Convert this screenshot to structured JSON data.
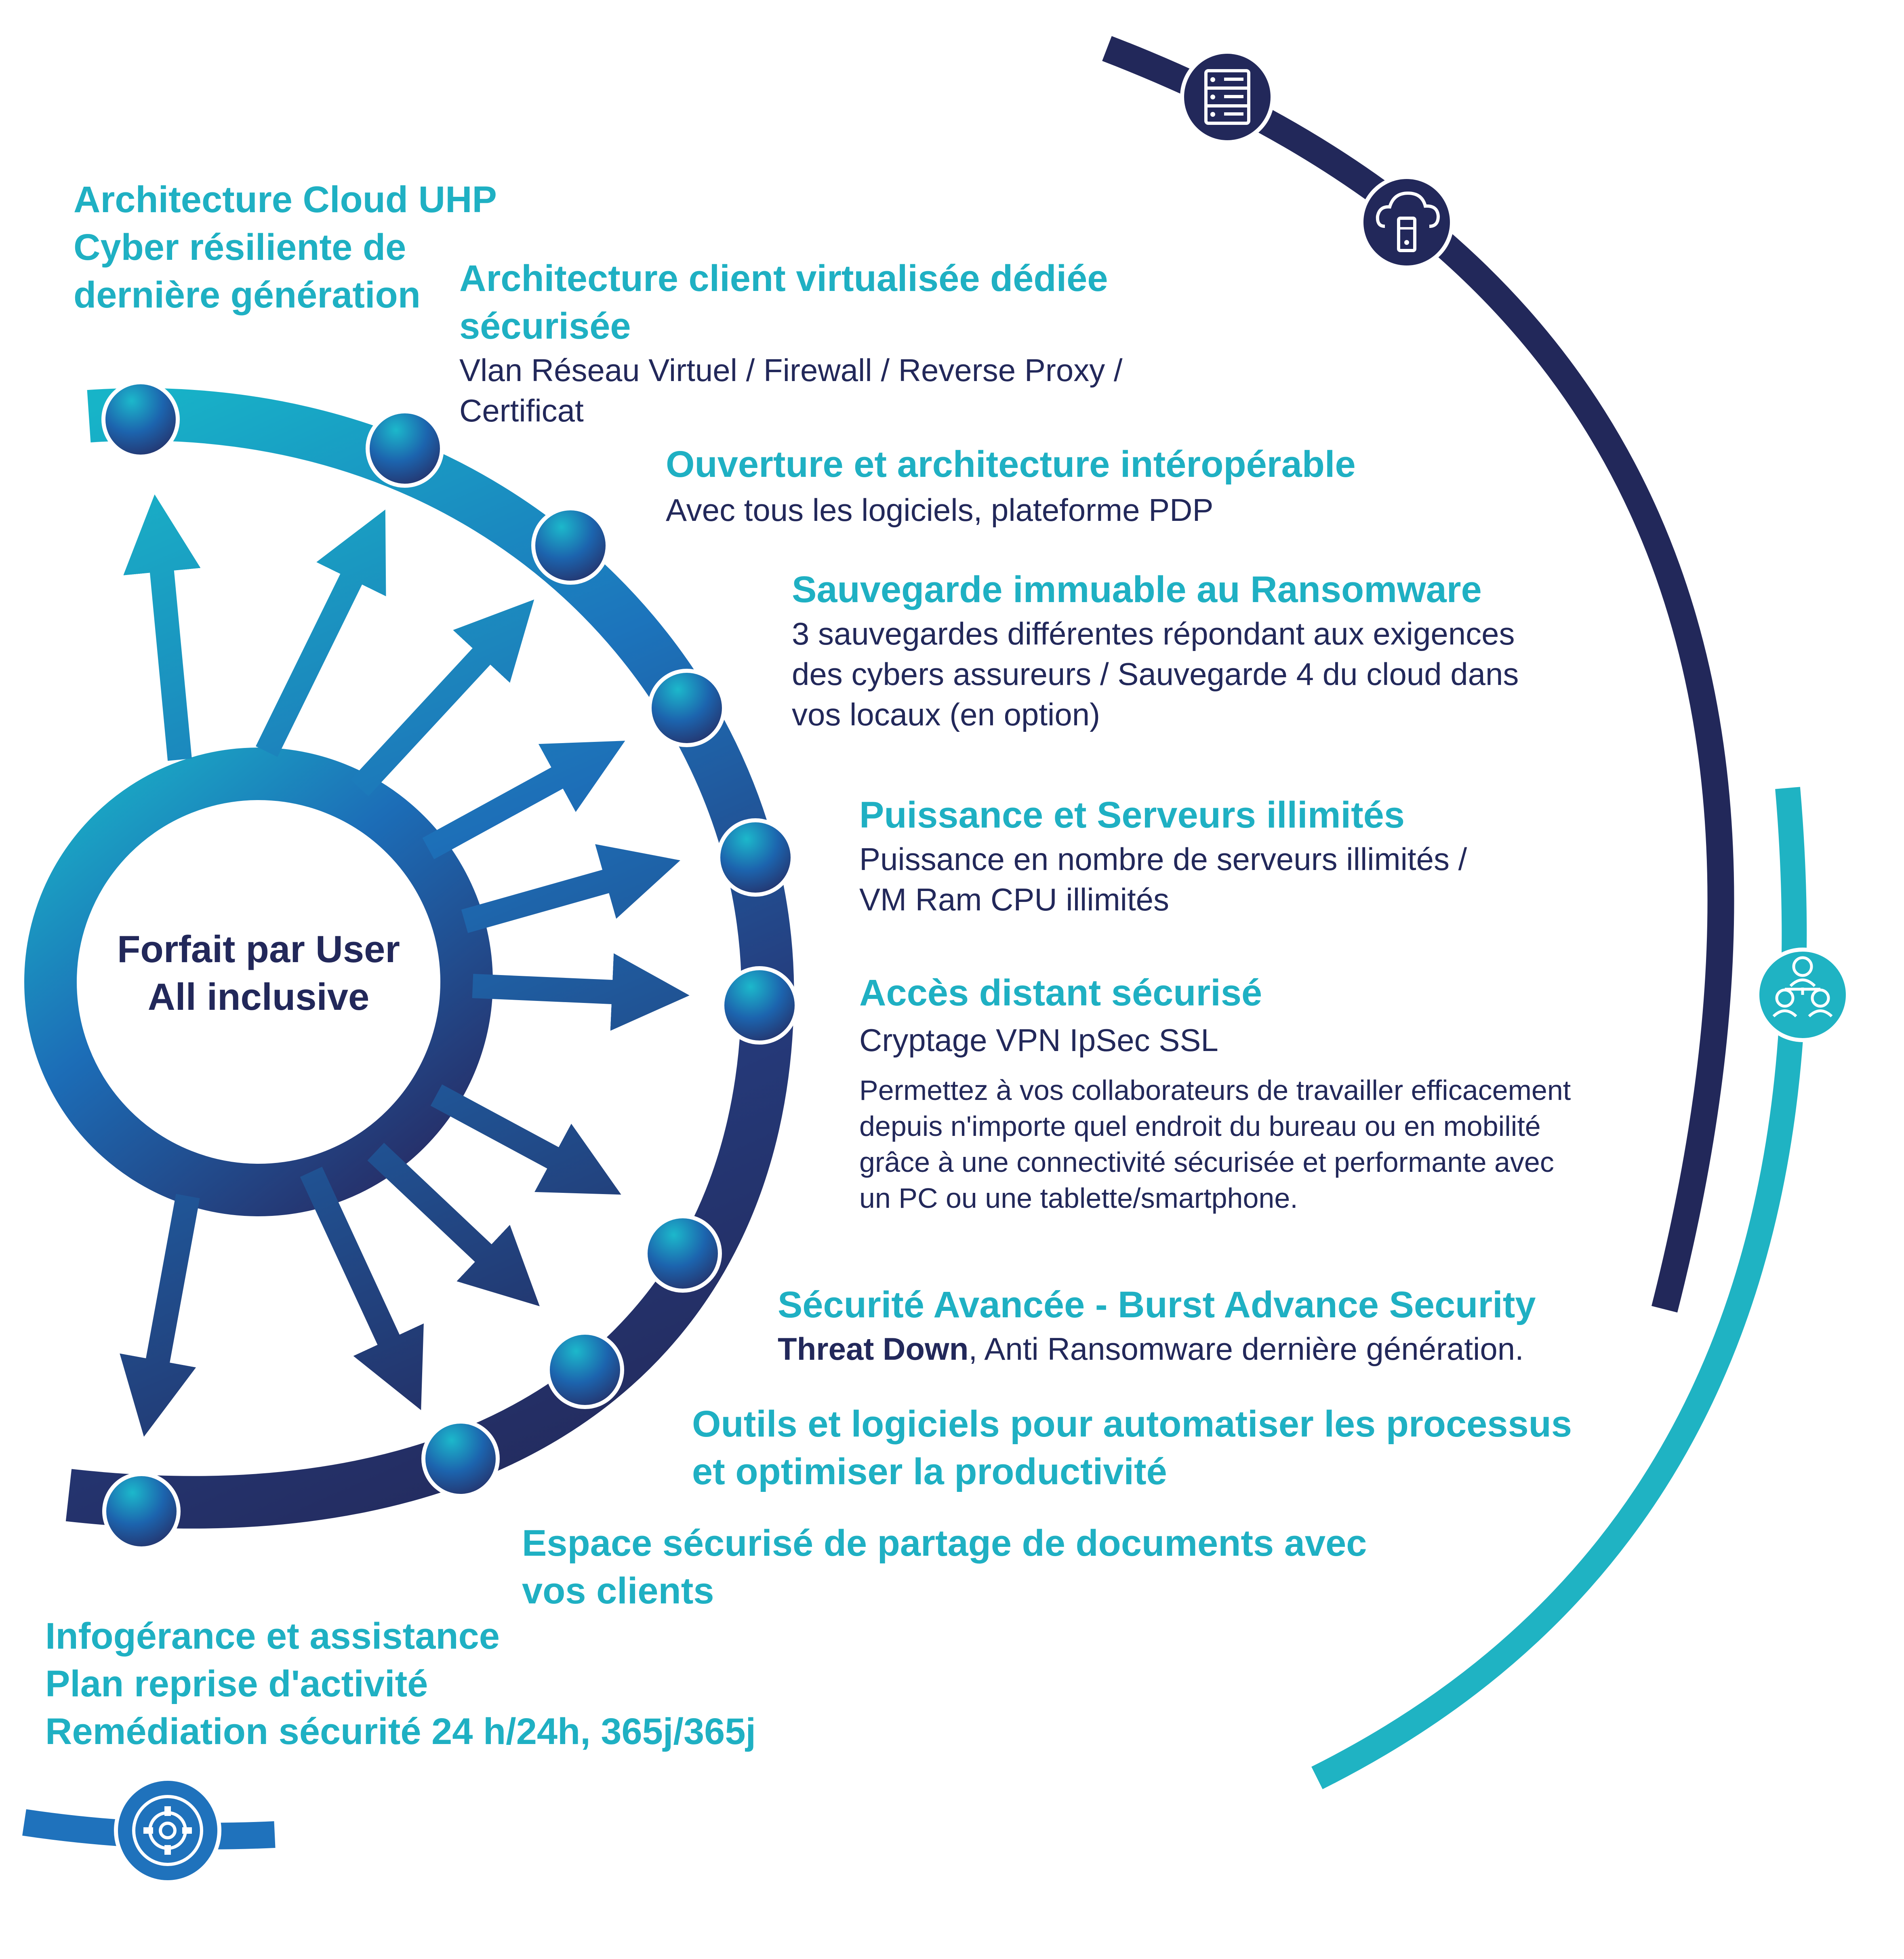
{
  "center": {
    "line1": "Forfait par User",
    "line2": "All inclusive"
  },
  "features": [
    {
      "title": "Architecture Cloud UHP\nCyber résiliente de\ndernière génération"
    },
    {
      "title": "Architecture client virtualisée dédiée\nsécurisée",
      "description": "Vlan Réseau Virtuel / Firewall / Reverse Proxy /\nCertificat"
    },
    {
      "title": "Ouverture et architecture intéropérable",
      "description": "Avec tous les logiciels, plateforme  PDP"
    },
    {
      "title": "Sauvegarde immuable au Ransomware",
      "description": "3 sauvegardes différentes répondant aux exigences\ndes cybers assureurs / Sauvegarde 4 du cloud dans\nvos locaux (en option)"
    },
    {
      "title": "Puissance et Serveurs illimités",
      "description": "Puissance en nombre de serveurs illimités /\nVM Ram CPU illimités"
    },
    {
      "title": "Accès distant sécurisé",
      "description": "Cryptage VPN IpSec SSL",
      "detail": "Permettez à vos collaborateurs de travailler efficacement\ndepuis n'importe quel endroit du bureau ou en mobilité\ngrâce à une connectivité sécurisée et performante avec\nun PC ou une tablette/smartphone."
    },
    {
      "title": "Sécurité Avancée - Burst Advance Security",
      "description_bold": "Threat Down",
      "description": ", Anti Ransomware dernière génération."
    },
    {
      "title": "Outils et  logiciels pour automatiser les processus\net optimiser la productivité"
    },
    {
      "title": "Espace sécurisé de partage de documents avec\nvos clients"
    },
    {
      "title": "Infogérance et assistance\nPlan reprise d'activité\nRemédiation sécurité 24 h/24h, 365j/365j"
    }
  ],
  "icons": {
    "top_badge_1": "server-rack-icon",
    "top_badge_2": "cloud-server-icon",
    "right_badge": "team-network-icon",
    "bottom_badge": "gear-settings-icon"
  },
  "colors": {
    "teal": "#1FB0C3",
    "mid_blue": "#1E6FB8",
    "navy": "#22285A",
    "text_navy": "#22285A"
  }
}
